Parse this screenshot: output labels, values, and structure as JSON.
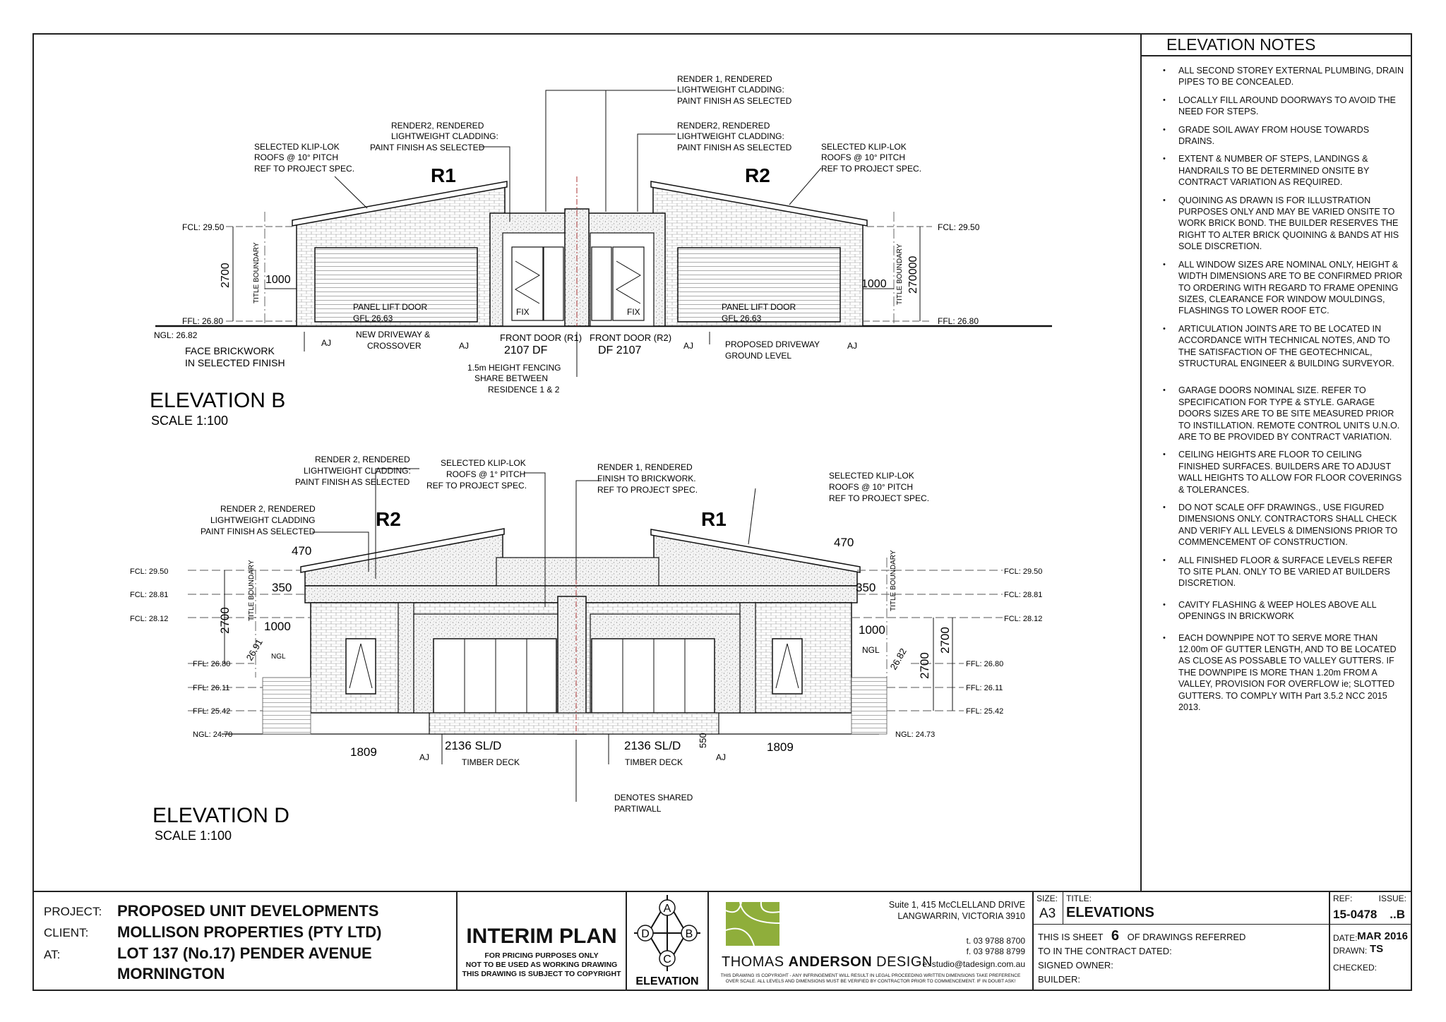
{
  "notes": {
    "heading": "ELEVATION NOTES",
    "items": [
      "ALL SECOND STOREY EXTERNAL PLUMBING, DRAIN PIPES TO BE CONCEALED.",
      "LOCALLY FILL AROUND DOORWAYS TO AVOID THE NEED FOR STEPS.",
      "GRADE SOIL AWAY FROM HOUSE TOWARDS DRAINS.",
      "EXTENT & NUMBER OF STEPS, LANDINGS & HANDRAILS TO BE DETERMINED ONSITE BY CONTRACT VARIATION AS REQUIRED.",
      "QUOINING AS DRAWN IS FOR ILLUSTRATION PURPOSES ONLY AND MAY BE VARIED ONSITE TO WORK BRICK BOND.  THE BUILDER RESERVES THE RIGHT TO ALTER BRICK QUOINING & BANDS AT HIS SOLE DISCRETION.",
      "ALL WINDOW SIZES ARE NOMINAL ONLY, HEIGHT & WIDTH DIMENSIONS ARE TO BE CONFIRMED PRIOR TO ORDERING WITH REGARD TO FRAME OPENING SIZES, CLEARANCE FOR WINDOW MOULDINGS, FLASHINGS TO LOWER ROOF ETC.",
      "ARTICULATION JOINTS ARE TO BE LOCATED IN ACCORDANCE WITH TECHNICAL NOTES, AND TO THE SATISFACTION OF THE GEOTECHNICAL, STRUCTURAL ENGINEER & BUILDING SURVEYOR.",
      "GARAGE DOORS NOMINAL SIZE. REFER TO SPECIFICATION FOR TYPE & STYLE. GARAGE DOORS SIZES ARE TO BE SITE MEASURED PRIOR TO INSTILLATION. REMOTE CONTROL UNITS U.N.O. ARE TO BE PROVIDED BY CONTRACT VARIATION.",
      "CEILING HEIGHTS ARE FLOOR TO CEILING FINISHED SURFACES. BUILDERS ARE TO ADJUST WALL HEIGHTS TO ALLOW FOR FLOOR COVERINGS & TOLERANCES.",
      "DO NOT SCALE OFF DRAWINGS., USE FIGURED DIMENSIONS ONLY.  CONTRACTORS SHALL CHECK AND VERIFY ALL LEVELS & DIMENSIONS PRIOR TO COMMENCEMENT OF CONSTRUCTION.",
      "ALL FINISHED FLOOR & SURFACE LEVELS REFER TO SITE PLAN.  ONLY TO BE VARIED AT BUILDERS DISCRETION.",
      "CAVITY FLASHING & WEEP HOLES ABOVE ALL OPENINGS IN BRICKWORK",
      "EACH DOWNPIPE NOT TO SERVE MORE THAN 12.00m OF GUTTER LENGTH, AND TO BE LOCATED AS CLOSE AS POSSABLE TO VALLEY GUTTERS.  IF THE DOWNPIPE IS MORE THAN 1.20m FROM A VALLEY, PROVISION FOR OVERFLOW ie; SLOTTED GUTTERS. TO COMPLY WITH Part 3.5.2 NCC 2015 2013."
    ]
  },
  "elev_b": {
    "title": "ELEVATION B",
    "scale": "SCALE 1:100",
    "r1": "R1",
    "r2": "R2",
    "fcl_left": "FCL: 29.50",
    "ffl_left": "FFL: 26.80",
    "ngl_left": "NGL: 26.82",
    "fcl_right": "FCL: 29.50",
    "ffl_right": "FFL: 26.80",
    "dim_2700": "2700",
    "dim_270000": "270000",
    "dim_1000_l": "1000",
    "dim_1000_r": "1000",
    "title_boundary": "TITLE BOUNDARY",
    "roof_l": [
      "SELECTED KLIP-LOK",
      "ROOFS @ 10° PITCH",
      "REF TO PROJECT SPEC."
    ],
    "render2_l": [
      "RENDER2, RENDERED",
      "LIGHTWEIGHT CLADDING:",
      "PAINT FINISH AS SELECTED"
    ],
    "render1": [
      "RENDER 1, RENDERED",
      "LIGHTWEIGHT CLADDING:",
      "PAINT FINISH AS SELECTED"
    ],
    "render2_r": [
      "RENDER2, RENDERED",
      "LIGHTWEIGHT CLADDING:",
      "PAINT FINISH AS SELECTED"
    ],
    "roof_r": [
      "SELECTED KLIP-LOK",
      "ROOFS @ 10° PITCH",
      "REF TO PROJECT SPEC."
    ],
    "panel_l": [
      "PANEL LIFT DOOR",
      "GFL 26.63"
    ],
    "panel_r": [
      "PANEL LIFT DOOR",
      "GFL 26.63"
    ],
    "fix": "FIX",
    "face_brick": [
      "FACE BRICKWORK",
      "IN SELECTED FINISH"
    ],
    "driveway": [
      "NEW DRIVEWAY  &",
      "CROSSOVER"
    ],
    "front_r1": [
      "FRONT DOOR (R1)",
      "2107  DF"
    ],
    "front_r2": [
      "FRONT DOOR (R2)",
      "DF  2107"
    ],
    "fencing": [
      "1.5m HEIGHT FENCING",
      "SHARE BETWEEN",
      "RESIDENCE 1 & 2"
    ],
    "proposed": [
      "PROPOSED DRIVEWAY",
      "GROUND LEVEL"
    ],
    "aj": "AJ"
  },
  "elev_d": {
    "title": "ELEVATION D",
    "scale": "SCALE 1:100",
    "r1": "R1",
    "r2": "R2",
    "render2_a": [
      "RENDER 2, RENDERED",
      "LIGHTWEIGHT CLADDING:",
      "PAINT FINISH AS SELECTED"
    ],
    "render2_b": [
      "RENDER 2, RENDERED",
      "LIGHTWEIGHT CLADDING",
      "PAINT FINISH AS SELECTED"
    ],
    "roof_l": [
      "SELECTED KLIP-LOK",
      "ROOFS @ 1° PITCH",
      "REF TO PROJECT SPEC."
    ],
    "render1": [
      "RENDER 1, RENDERED",
      "FINISH TO BRICKWORK.",
      "REF TO PROJECT SPEC."
    ],
    "roof_r": [
      "SELECTED KLIP-LOK",
      "ROOFS @ 10° PITCH",
      "REF TO PROJECT SPEC."
    ],
    "levels_left": [
      "FCL: 29.50",
      "FCL: 28.81",
      "FCL: 28.12",
      "FFL: 26.80",
      "FFL: 26.11",
      "FFL: 25.42",
      "NGL: 24.70"
    ],
    "levels_right": [
      "FCL: 29.50",
      "FCL: 28.81",
      "FCL: 28.12",
      "FFL: 26.80",
      "FFL: 26.11",
      "FFL: 25.42",
      "NGL: 24.73"
    ],
    "dim_470": "470",
    "dim_350": "350",
    "dim_2700": "2700",
    "dim_1000": "1000",
    "dim_2691": "26.91",
    "dim_2682": "26.82",
    "dim_550": "550",
    "ngl": "NGL",
    "title_boundary": "TITLE BOUNDARY",
    "dim_1809": "1809",
    "door": "2136 SL/D",
    "timber": "TIMBER DECK",
    "partiwall": [
      "DENOTES SHARED",
      "PARTIWALL"
    ],
    "aj": "AJ"
  },
  "title_block": {
    "project_label": "PROJECT:",
    "project": "PROPOSED UNIT DEVELOPMENTS",
    "client_label": "CLIENT:",
    "client": "MOLLISON PROPERTIES (PTY LTD)",
    "at_label": "AT:",
    "at_1": "LOT 137 (No.17) PENDER AVENUE",
    "at_2": "MORNINGTON",
    "interim": "INTERIM PLAN",
    "interim_lines": [
      "FOR PRICING PURPOSES ONLY",
      "NOT TO BE USED AS WORKING DRAWING",
      "THIS DRAWING IS SUBJECT TO COPYRIGHT"
    ],
    "key_a": "A",
    "key_b": "B",
    "key_c": "C",
    "key_d": "D",
    "key_label": "ELEVATION",
    "firm_address": [
      "Suite 1, 415 McCLELLAND DRIVE",
      "LANGWARRIN, VICTORIA 3910"
    ],
    "firm_thomas": "THOMAS ",
    "firm_anderson": "ANDERSON",
    "firm_design": " DESIGN",
    "firm_t": "t.  03 9788 8700",
    "firm_f": "f.  03 9788 8799",
    "firm_e": "e. studio@tadesign.com.au",
    "firm_copy": [
      "THIS DRAWING IS COPYRIGHT - ANY INFRINGEMENT WILL RESULT IN LEGAL PROCEEDING WRITTEN DIMENSIONS TAKE PREFERENCE",
      "OVER SCALE. ALL LEVELS AND DIMENSIONS  MUST BE VERIFIED BY CONTRACTOR PRIOR TO COMMENCEMENT. IF IN DOUBT ASK!"
    ],
    "size_label": "SIZE:",
    "size": "A3",
    "title_label": "TITLE:",
    "title": "ELEVATIONS",
    "sheet_pre": "THIS IS SHEET",
    "sheet": "6",
    "sheet_post": "OF DRAWINGS REFERRED",
    "contract": "TO IN THE CONTRACT DATED:",
    "signed": "SIGNED OWNER:",
    "builder": "BUILDER:",
    "ref_label": "REF:",
    "issue_label": "ISSUE:",
    "ref": "15-0478",
    "issue": "..B",
    "date_label": "DATE:",
    "date": "MAR 2016",
    "drawn_label": "DRAWN:",
    "drawn": "TS",
    "checked_label": "CHECKED:"
  }
}
